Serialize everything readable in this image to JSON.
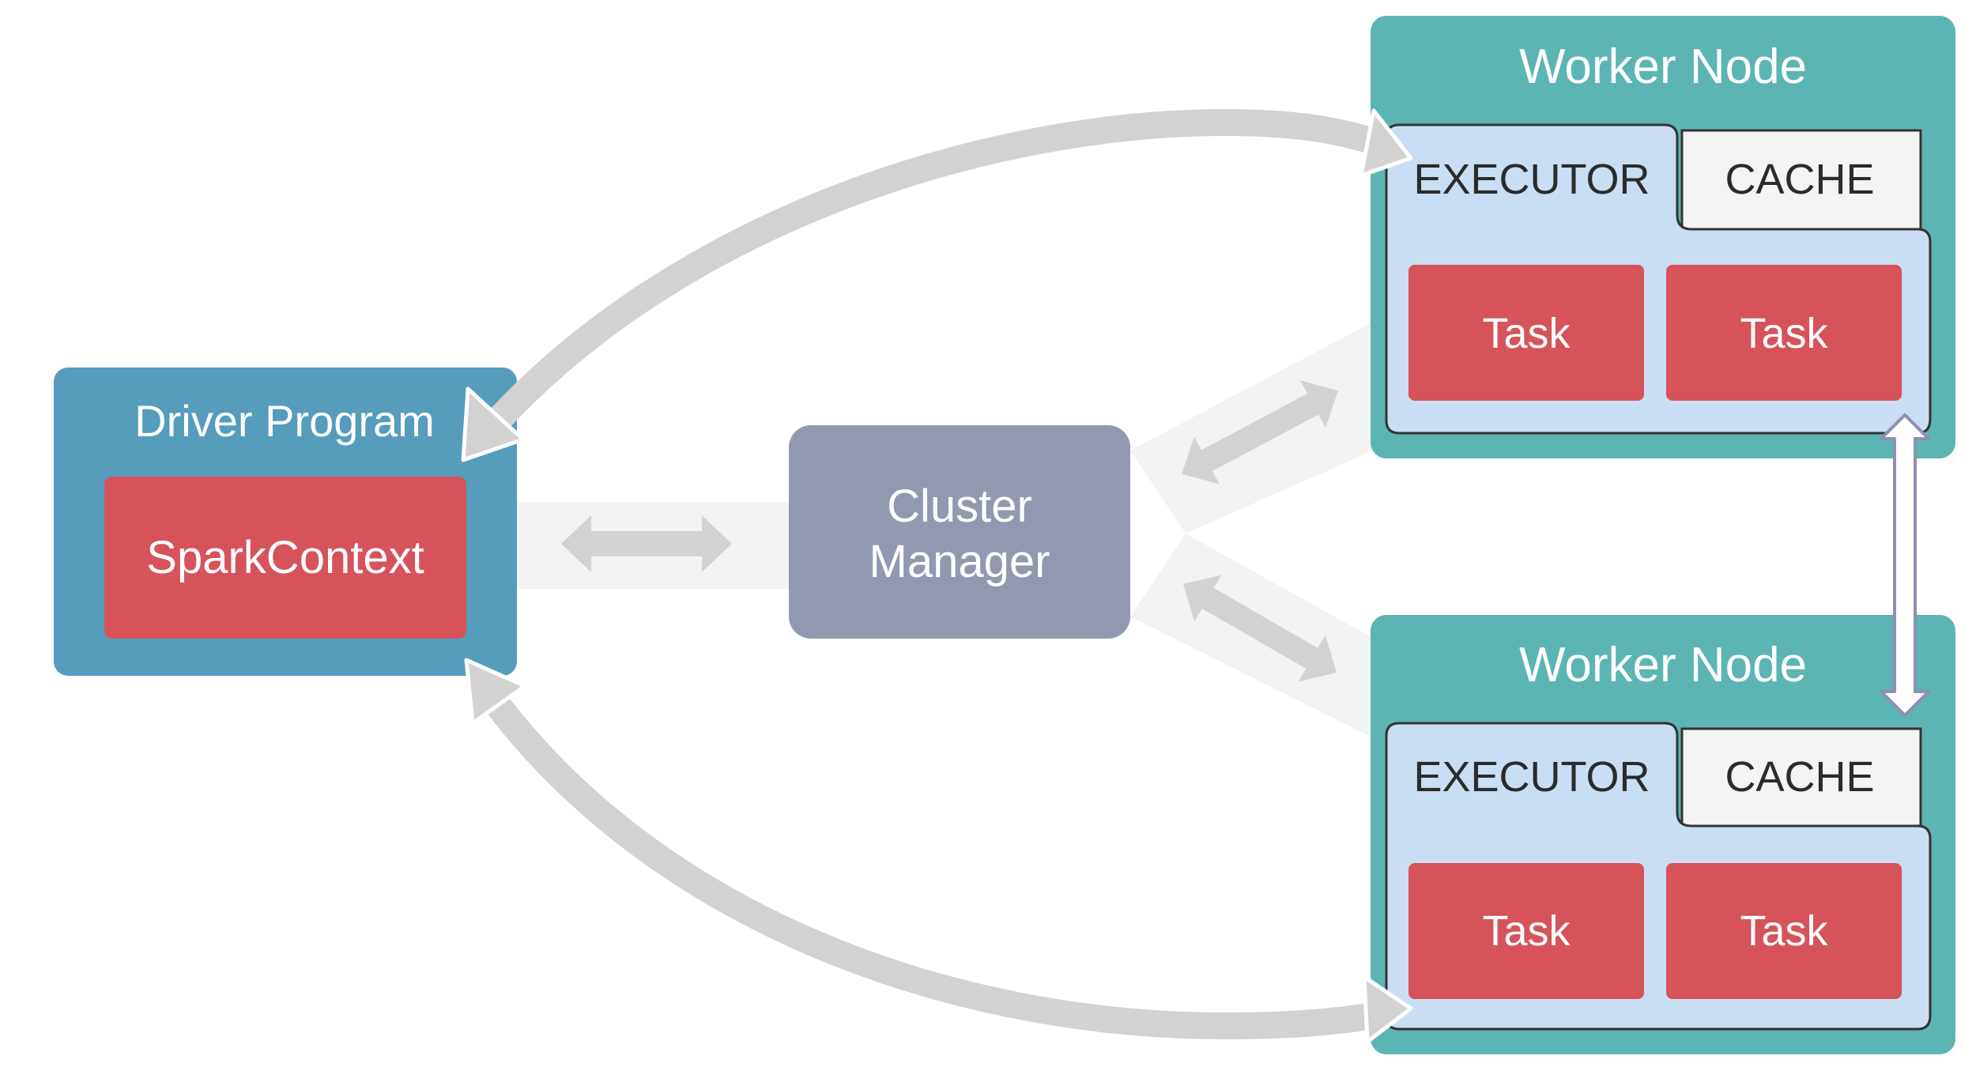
{
  "driver": {
    "title": "Driver Program",
    "context": "SparkContext"
  },
  "cluster_manager": {
    "line1": "Cluster",
    "line2": "Manager"
  },
  "workers": [
    {
      "title": "Worker Node",
      "executor": "EXECUTOR",
      "cache": "CACHE",
      "tasks": [
        "Task",
        "Task"
      ]
    },
    {
      "title": "Worker Node",
      "executor": "EXECUTOR",
      "cache": "CACHE",
      "tasks": [
        "Task",
        "Task"
      ]
    }
  ],
  "colors": {
    "driver_box": "#559cbd",
    "context_box": "#d6535a",
    "cluster_box": "#9198b0",
    "worker_box": "#5cb5b2",
    "executor_panel": "#c9def2",
    "cache_panel": "#f4f4f4",
    "task_box": "#d6535a",
    "arrow": "#d2d2d2",
    "band": "#f2f2f2",
    "dark_text": "#2b2b2b",
    "light_text": "#ffffff"
  }
}
